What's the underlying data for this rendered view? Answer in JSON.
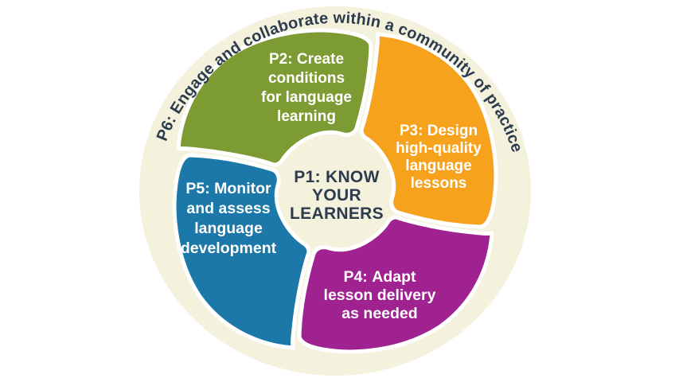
{
  "page": {
    "background": "#ffffff"
  },
  "diagram": {
    "outer_label": "P6: Engage and collaborate within a community of practice",
    "colors": {
      "ring": "#f4f1dd",
      "divider": "#ffffff",
      "outer_label_color": "#2c3c4e",
      "center_text_color": "#2c3c4e",
      "petal_text_color": "#ffffff"
    },
    "center": {
      "lines": [
        "P1: KNOW",
        "YOUR",
        "LEARNERS"
      ]
    },
    "petals": [
      {
        "id": "p2",
        "tag": "P2:",
        "lines": [
          "Create",
          "conditions",
          "for language",
          "learning"
        ],
        "color": "#7c9b33"
      },
      {
        "id": "p3",
        "tag": "P3:",
        "lines": [
          "Design",
          "high-quality",
          "language",
          "lessons"
        ],
        "color": "#f6a21d"
      },
      {
        "id": "p4",
        "tag": "P4:",
        "lines": [
          "Adapt",
          "lesson delivery",
          "as needed"
        ],
        "color": "#a02190"
      },
      {
        "id": "p5",
        "tag": "P5:",
        "lines": [
          "Monitor",
          "and assess",
          "language",
          "development"
        ],
        "color": "#1b78a9"
      }
    ]
  }
}
